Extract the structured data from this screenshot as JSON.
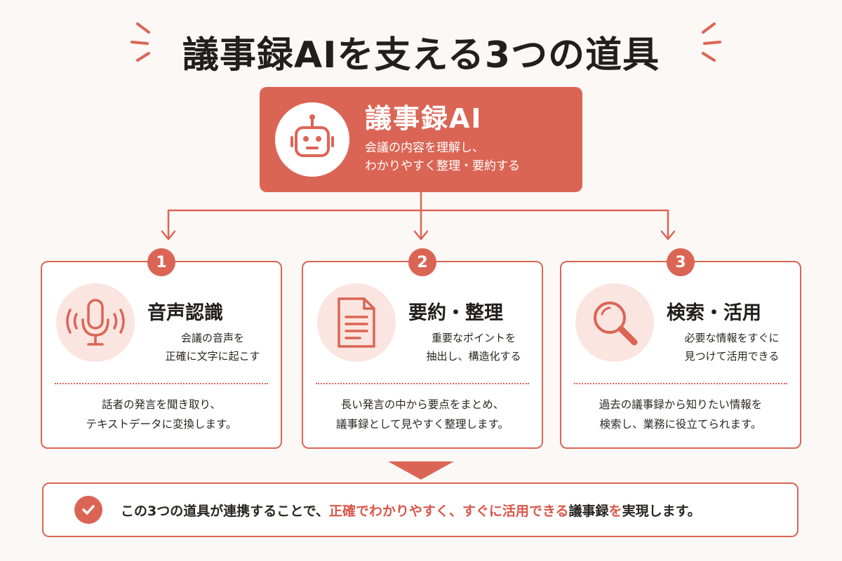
{
  "title": "議事録AIを支える3つの道具",
  "hero": {
    "title": "議事録AI",
    "desc_line1": "会議の内容を理解し、",
    "desc_line2": "わかりやすく整理・要約する"
  },
  "cards": [
    {
      "number": "1",
      "title": "音声認識",
      "sub_line1": "会議の音声を",
      "sub_line2": "正確に文字に起こす",
      "body_line1": "話者の発言を聞き取り、",
      "body_line2": "テキストデータに変換します。",
      "icon": "microphone-icon"
    },
    {
      "number": "2",
      "title": "要約・整理",
      "sub_line1": "重要なポイントを",
      "sub_line2": "抽出し、構造化する",
      "body_line1": "長い発言の中から要点をまとめ、",
      "body_line2": "議事録として見やすく整理します。",
      "icon": "document-icon"
    },
    {
      "number": "3",
      "title": "検索・活用",
      "sub_line1": "必要な情報をすぐに",
      "sub_line2": "見つけて活用できる",
      "body_line1": "過去の議事録から知りたい情報を",
      "body_line2": "検索し、業務に役立てられます。",
      "icon": "magnifier-icon"
    }
  ],
  "summary": {
    "part1": "この3つの道具が連携することで、",
    "highlight1": "正確でわかりやすく、すぐに活用できる",
    "part2": "議事録",
    "highlight2": "を",
    "part3": "実現します。"
  },
  "colors": {
    "accent": "#db6555",
    "icon_bg": "#fbe5e0",
    "background": "#fbf8f5",
    "text": "#221e1c"
  }
}
